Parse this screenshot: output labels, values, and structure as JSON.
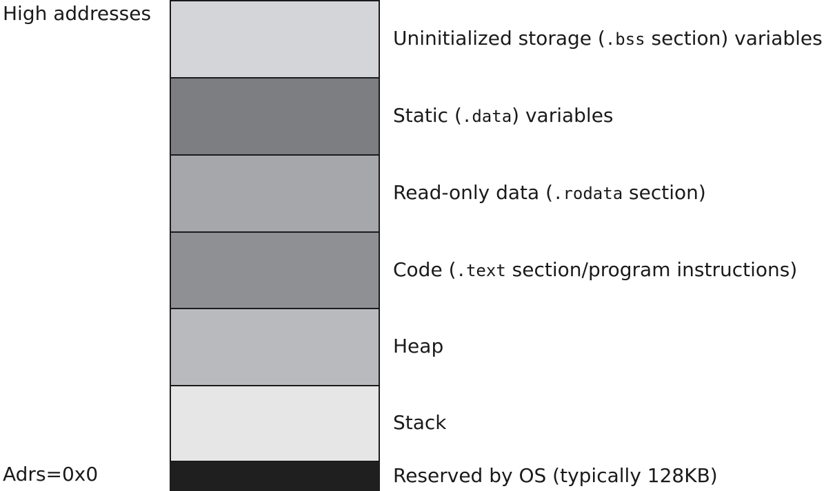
{
  "labels": {
    "high": "High addresses",
    "low": "Adrs=0x0"
  },
  "segments": [
    {
      "id": "bss",
      "color": "#d4d5d8",
      "pre": "Uninitialized storage (",
      "code": ".bss",
      "post": " section) variables"
    },
    {
      "id": "data",
      "color": "#7d7e82",
      "pre": "Static (",
      "code": ".data",
      "post": ") variables"
    },
    {
      "id": "rodata",
      "color": "#a6a7ab",
      "pre": "Read-only data (",
      "code": ".rodata",
      "post": " section)"
    },
    {
      "id": "text",
      "color": "#8f9094",
      "pre": "Code (",
      "code": ".text",
      "post": " section/program instructions)"
    },
    {
      "id": "heap",
      "color": "#b9babe",
      "pre": "Heap",
      "code": "",
      "post": ""
    },
    {
      "id": "stack",
      "color": "#e6e6e7",
      "pre": "Stack",
      "code": "",
      "post": ""
    },
    {
      "id": "reserved",
      "color": "#1f1f1f",
      "pre": "Reserved by OS (typically 128KB)",
      "code": "",
      "post": ""
    }
  ]
}
